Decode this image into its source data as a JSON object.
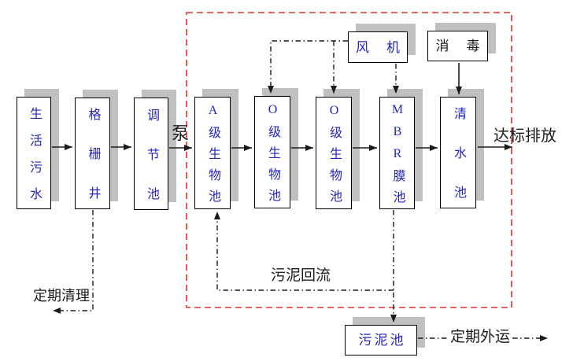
{
  "boxes": {
    "raw_sewage": {
      "label": "生活污水"
    },
    "grid_well": {
      "label": "格栅井"
    },
    "regulating_tank": {
      "label": "调节池"
    },
    "a_bio_tank": {
      "label": "A级生物池"
    },
    "o_bio_tank_1": {
      "label": "O级生物池"
    },
    "o_bio_tank_2": {
      "label": "O级生物池"
    },
    "mbr_tank": {
      "label": "MBR膜池"
    },
    "clear_water_tank": {
      "label": "清水池"
    },
    "blower": {
      "label": "风机"
    },
    "disinfection": {
      "label": "消毒"
    },
    "sludge_tank": {
      "label": "污泥池"
    }
  },
  "labels": {
    "pump": "泵",
    "discharge": "达标排放",
    "sludge_return": "污泥回流",
    "periodic_cleaning": "定期清理",
    "periodic_transport": "定期外运"
  },
  "colors": {
    "box_text_blue": "#2424bf",
    "line_black": "#1a1a1a",
    "boundary_red": "#e03030",
    "shadow_gray": "#c0c0c0"
  }
}
